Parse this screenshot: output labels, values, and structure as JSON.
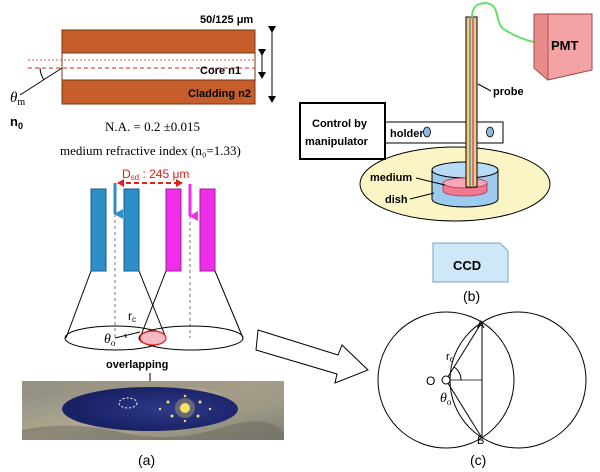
{
  "fiber": {
    "size_label": "50/125 μm",
    "core_label": "Core n1",
    "cladding_label": "Cladding n2",
    "theta_label": "θ",
    "theta_sub": "m",
    "n0_label": "n",
    "n0_sub": "0",
    "na_text": "N.A. = 0.2 ±0.015",
    "medium_text": "medium refractive index (n₀=1.33)"
  },
  "panel_a": {
    "dsd_label": "D",
    "dsd_sub": "sd",
    "dsd_value": " : 245 μm",
    "rc_label": "r",
    "rc_sub": "c",
    "theta_label": "θ",
    "theta_sub": "o",
    "overlap_label": "overlapping",
    "caption": "(a)"
  },
  "panel_b": {
    "pmt_label": "PMT",
    "probe_label": "probe",
    "control_line1": "Control by",
    "control_line2": "manipulator",
    "holder_label": "holder",
    "medium_label": "medium",
    "dish_label": "dish",
    "ccd_label": "CCD",
    "caption": "(b)"
  },
  "panel_c": {
    "a_label": "A",
    "b_label": "B",
    "o_label": "O",
    "rc_label": "r",
    "rc_sub": "c",
    "theta_label": "θ",
    "theta_sub": "o",
    "caption": "(c)"
  },
  "colors": {
    "cladding": "#c65e2c",
    "fiber_blue": "#2e8fc8",
    "fiber_magenta": "#ee2ee8",
    "pmt_pink": "#f3a3a3",
    "table_yellow": "#fbf5c5",
    "dish_blue": "#9ccbee",
    "medium_pink": "#f07890",
    "ccd_blue": "#cfe8f7",
    "dimension_red": "#e0201a",
    "probe_cable": "#66e066"
  }
}
